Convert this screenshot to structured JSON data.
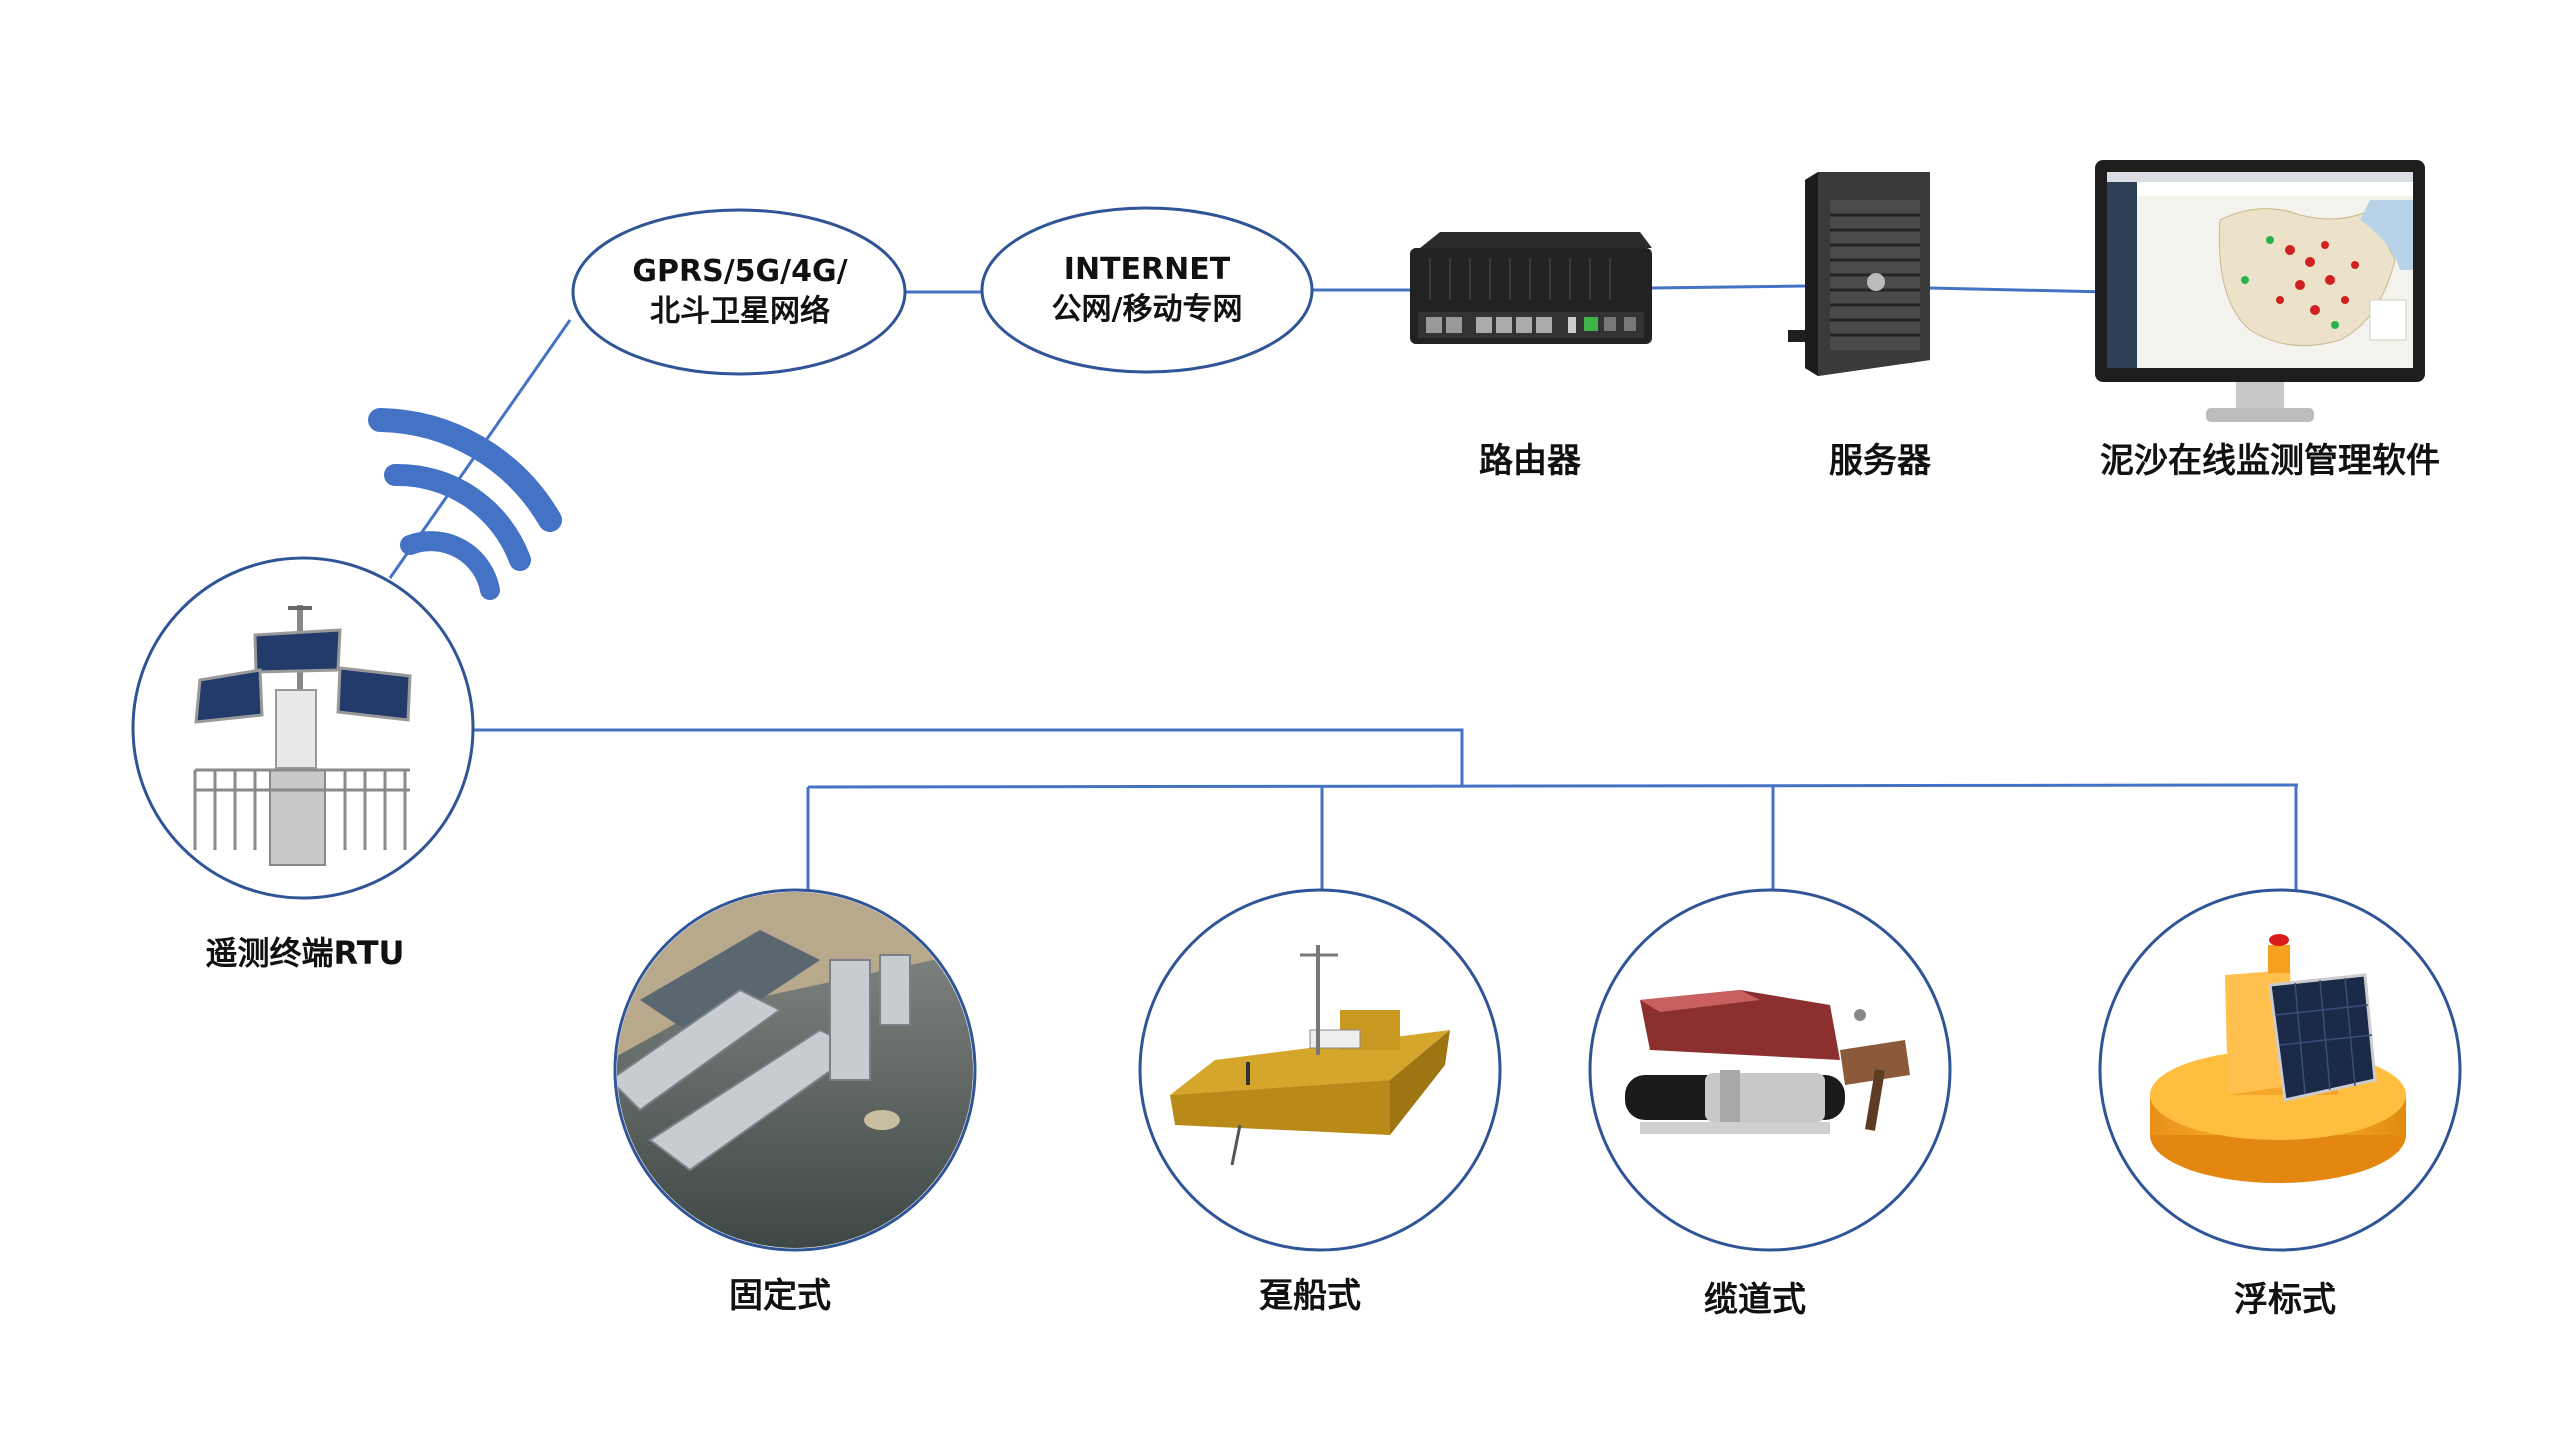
{
  "network": {
    "ellipse1": {
      "line1": "GPRS/5G/4G/",
      "line2": "北斗卫星网络"
    },
    "ellipse2": {
      "line1": "INTERNET",
      "line2": "公网/移动专网"
    }
  },
  "devices": {
    "router": "路由器",
    "server": "服务器",
    "software": "泥沙在线监测管理软件"
  },
  "rtu": {
    "label": "遥测终端RTU"
  },
  "sensors": [
    {
      "label": "固定式"
    },
    {
      "label": "趸船式"
    },
    {
      "label": "缆道式"
    },
    {
      "label": "浮标式"
    }
  ],
  "colors": {
    "line": "#4472c4",
    "circle": "#2f5597",
    "wifi": "#4472c4",
    "buoy": "#f5a623",
    "boat": "#d4a017"
  }
}
